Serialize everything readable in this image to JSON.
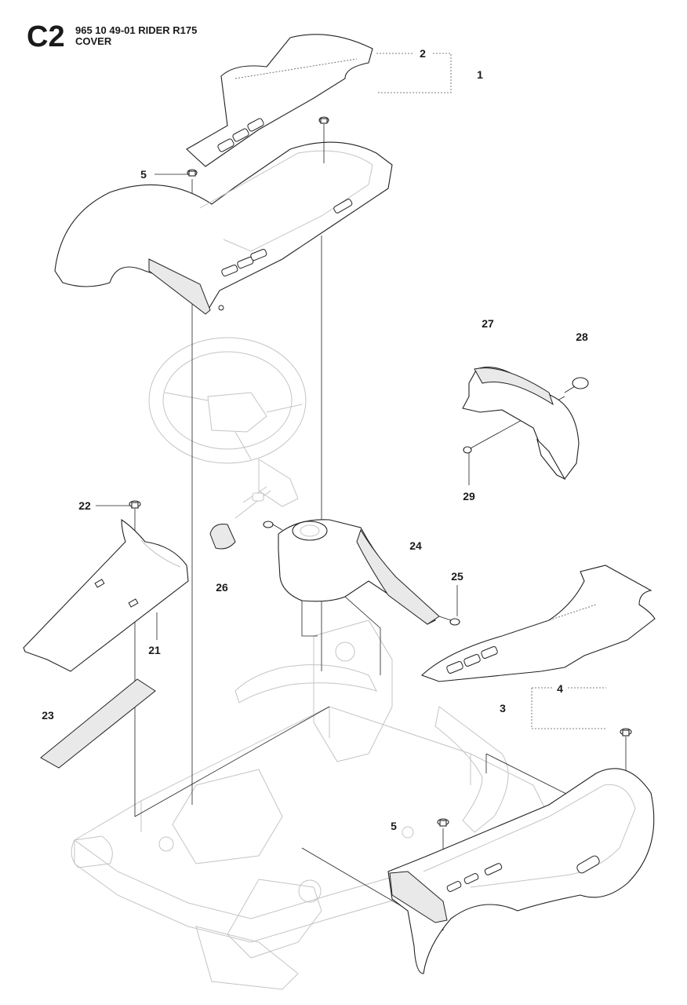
{
  "header": {
    "section_code": "C2",
    "model_line": "965 10 49-01 RIDER R175",
    "section_title": "COVER"
  },
  "callouts": [
    {
      "id": "1",
      "text": "1"
    },
    {
      "id": "2",
      "text": "2"
    },
    {
      "id": "3",
      "text": "3"
    },
    {
      "id": "4",
      "text": "4"
    },
    {
      "id": "5a",
      "text": "5"
    },
    {
      "id": "5b",
      "text": "5"
    },
    {
      "id": "21",
      "text": "21"
    },
    {
      "id": "22",
      "text": "22"
    },
    {
      "id": "23",
      "text": "23"
    },
    {
      "id": "24",
      "text": "24"
    },
    {
      "id": "25",
      "text": "25"
    },
    {
      "id": "26",
      "text": "26"
    },
    {
      "id": "27",
      "text": "27"
    },
    {
      "id": "28",
      "text": "28"
    },
    {
      "id": "29",
      "text": "29"
    }
  ]
}
